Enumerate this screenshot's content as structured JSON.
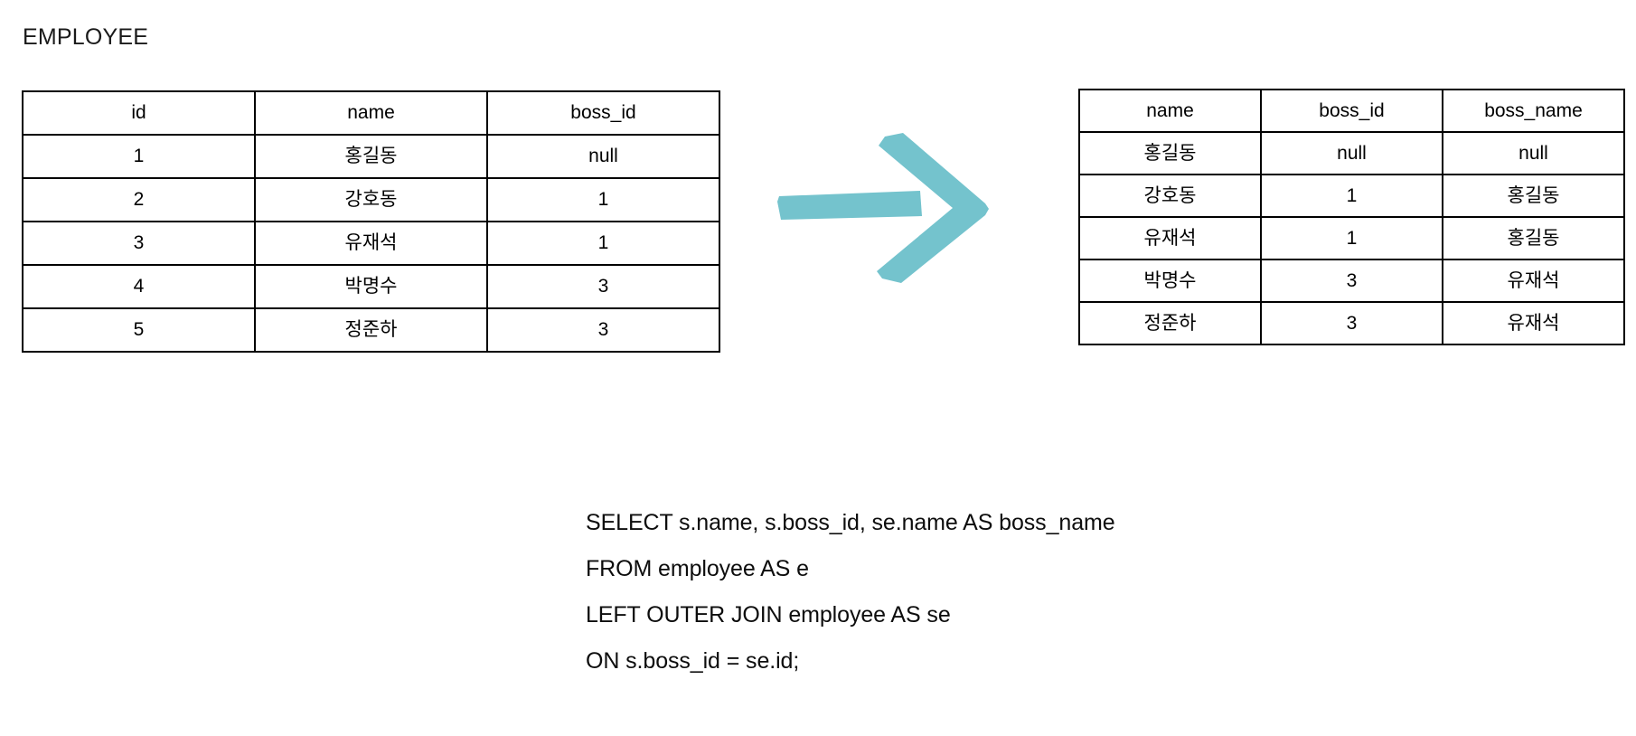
{
  "page": {
    "title": "EMPLOYEE",
    "background": "#ffffff",
    "text_color": "#000000"
  },
  "arrow": {
    "name": "right-arrow",
    "color": "#74c3cd",
    "direction": "right",
    "meaning": "transforms-into"
  },
  "source_table": {
    "name": "EMPLOYEE",
    "columns": [
      "id",
      "name",
      "boss_id"
    ],
    "rows": [
      {
        "id": "1",
        "name": "홍길동",
        "boss_id": "null"
      },
      {
        "id": "2",
        "name": "강호동",
        "boss_id": "1"
      },
      {
        "id": "3",
        "name": "유재석",
        "boss_id": "1"
      },
      {
        "id": "4",
        "name": "박명수",
        "boss_id": "3"
      },
      {
        "id": "5",
        "name": "정준하",
        "boss_id": "3"
      }
    ]
  },
  "result_table": {
    "columns": [
      "name",
      "boss_id",
      "boss_name"
    ],
    "rows": [
      {
        "name": "홍길동",
        "boss_id": "null",
        "boss_name": "null"
      },
      {
        "name": "강호동",
        "boss_id": "1",
        "boss_name": "홍길동"
      },
      {
        "name": "유재석",
        "boss_id": "1",
        "boss_name": "홍길동"
      },
      {
        "name": "박명수",
        "boss_id": "3",
        "boss_name": "유재석"
      },
      {
        "name": "정준하",
        "boss_id": "3",
        "boss_name": "유재석"
      }
    ]
  },
  "sql": {
    "lines": [
      "SELECT s.name, s.boss_id, se.name AS boss_name",
      "FROM employee AS e",
      "LEFT OUTER JOIN employee AS se",
      "ON s.boss_id = se.id;"
    ]
  }
}
